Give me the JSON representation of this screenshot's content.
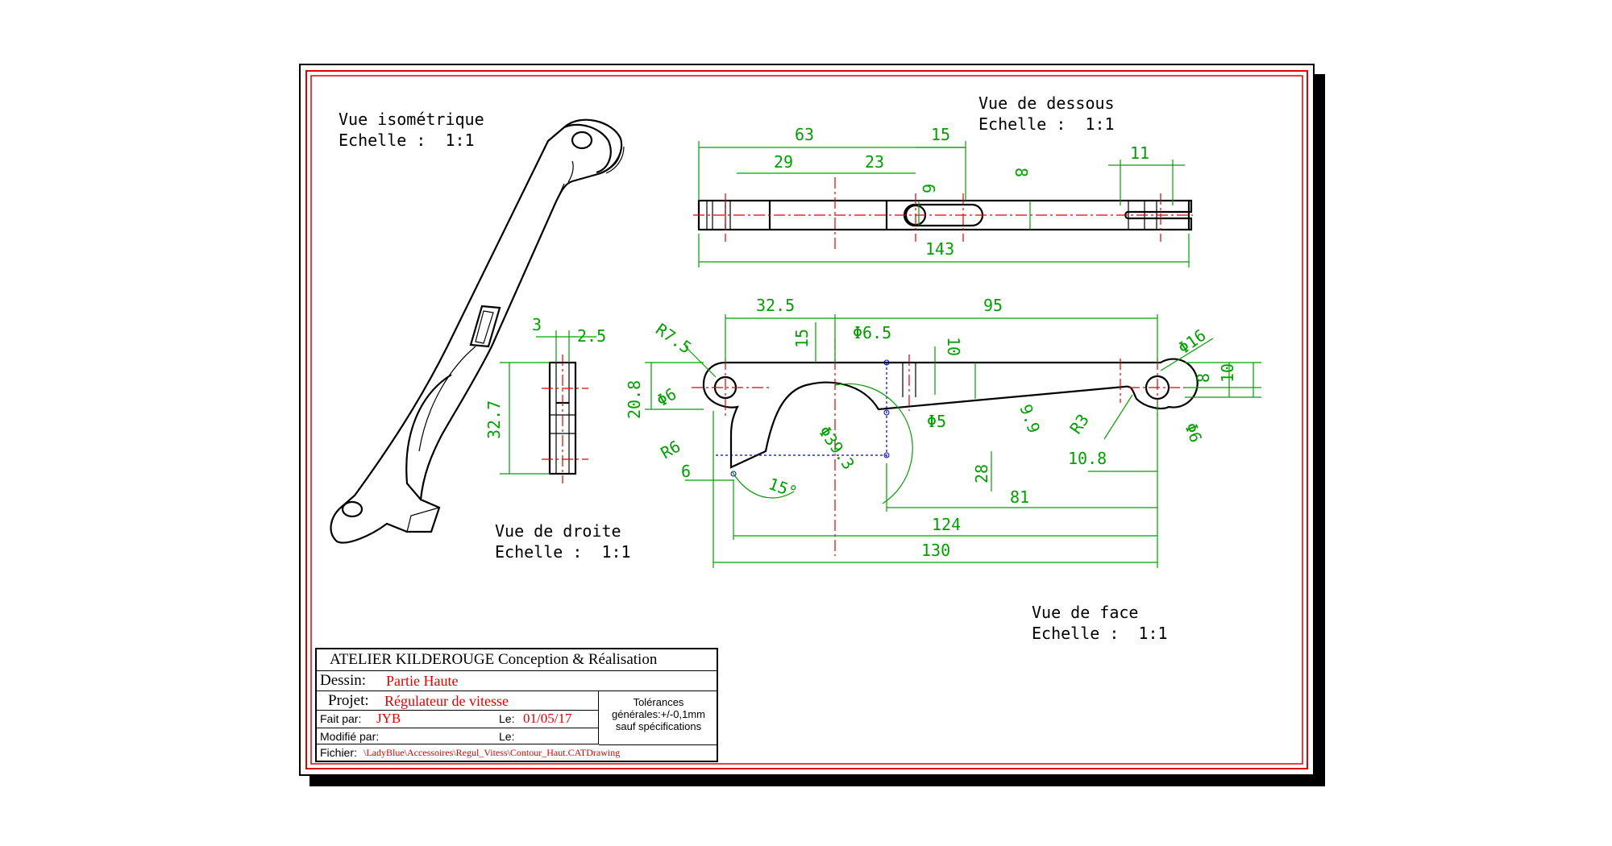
{
  "views": {
    "iso": {
      "title": "Vue isométrique",
      "scale": "Echelle :  1:1"
    },
    "bottom": {
      "title": "Vue de dessous",
      "scale": "Echelle :  1:1"
    },
    "right": {
      "title": "Vue de droite",
      "scale": "Echelle :  1:1"
    },
    "front": {
      "title": "Vue de face",
      "scale": "Echelle :  1:1"
    }
  },
  "dims": {
    "bottom": [
      "63",
      "15",
      "29",
      "23",
      "6",
      "8",
      "11",
      "143"
    ],
    "front": [
      "32.5",
      "95",
      "R7.5",
      "15",
      "Φ6.5",
      "10",
      "Φ16",
      "8",
      "10",
      "20.8",
      "Φ6",
      "Φ5",
      "Φ39.3",
      "9.9",
      "R3",
      "Φ6",
      "R6",
      "10.8",
      "28",
      "6",
      "15°",
      "81",
      "124",
      "130"
    ],
    "right": [
      "3",
      "2.5",
      "32.7"
    ]
  },
  "title_block": {
    "company": "ATELIER KILDEROUGE Conception & Réalisation",
    "dessin_label": "Dessin:",
    "dessin_value": "Partie Haute",
    "projet_label": "Projet:",
    "projet_value": "Régulateur de vitesse",
    "fait_label": "Fait par:",
    "fait_value": "JYB",
    "le_label": "Le:",
    "le_value": "01/05/17",
    "modifie_label": "Modifié par:",
    "le2_label": "Le:",
    "tolerance": [
      "Tolérances",
      "générales:+/-0,1mm",
      "sauf spécifications"
    ],
    "fichier_label": "Fichier:",
    "fichier_value": "\\LadyBlue\\Accessoires\\Regul_Vitess\\Contour_Haut.CATDrawing"
  },
  "colors": {
    "frame_red": "#e00000",
    "dimension_green": "#00a000",
    "hidden_blue": "#0000d0"
  }
}
